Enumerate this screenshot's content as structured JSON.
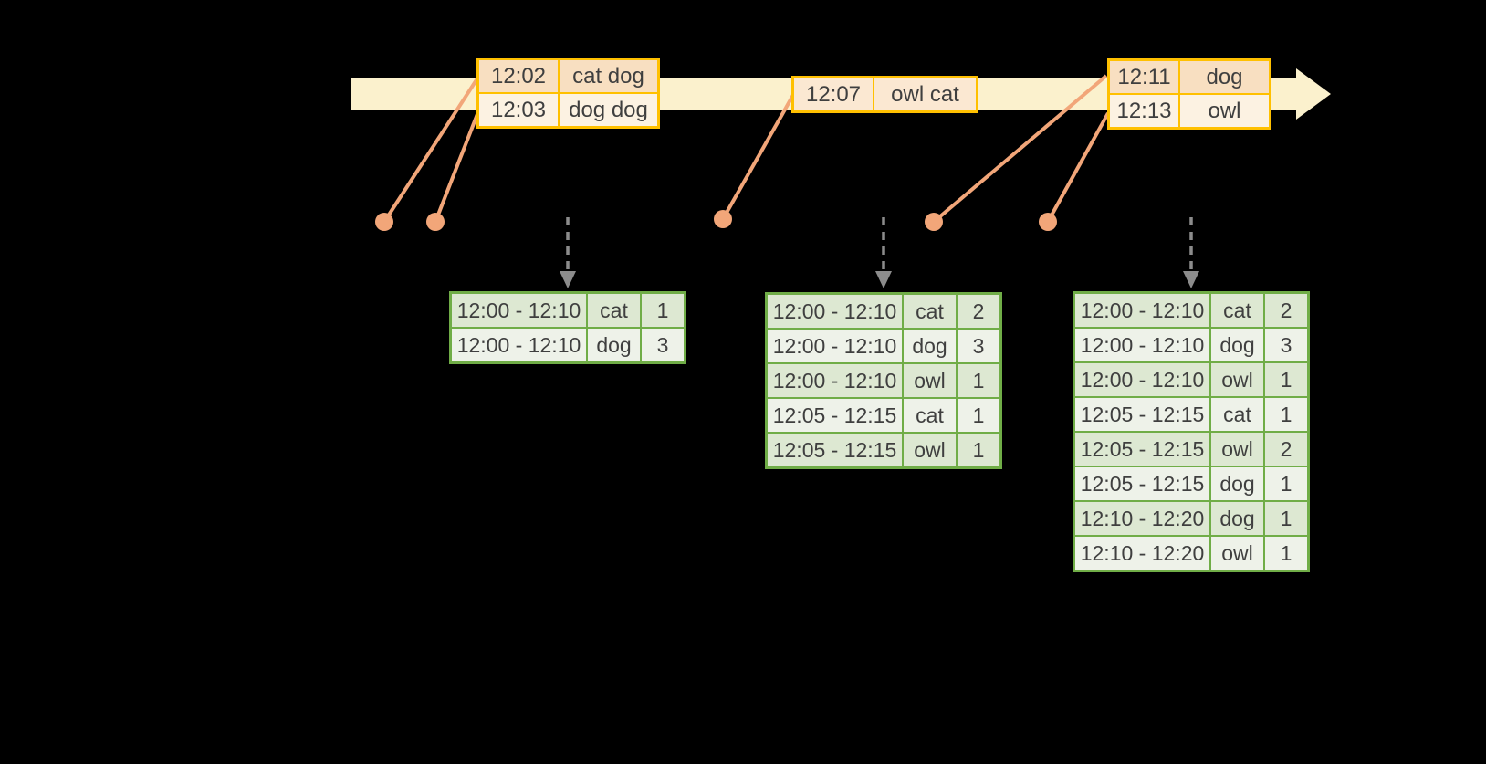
{
  "colors": {
    "background": "#000000",
    "timeline_band": "#FBF1CD",
    "event_border": "#FFC000",
    "event_row_dark": "#F8DFC1",
    "event_row_light": "#FCF2E2",
    "connector_orange": "#F2A679",
    "table_border": "#70AD47",
    "table_row_dark": "#DDE8D2",
    "table_row_light": "#EEF2E9",
    "trigger_arrow_gray": "#8C8C8C",
    "text": "#3F3F3F"
  },
  "event_boxes": [
    {
      "rows": [
        {
          "time": "12:02",
          "words": "cat dog"
        },
        {
          "time": "12:03",
          "words": "dog dog"
        }
      ]
    },
    {
      "rows": [
        {
          "time": "12:07",
          "words": "owl cat"
        }
      ]
    },
    {
      "rows": [
        {
          "time": "12:11",
          "words": "dog"
        },
        {
          "time": "12:13",
          "words": "owl"
        }
      ]
    }
  ],
  "result_tables": [
    {
      "rows": [
        {
          "window": "12:00 - 12:10",
          "word": "cat",
          "count": "1"
        },
        {
          "window": "12:00 - 12:10",
          "word": "dog",
          "count": "3"
        }
      ]
    },
    {
      "rows": [
        {
          "window": "12:00 - 12:10",
          "word": "cat",
          "count": "2"
        },
        {
          "window": "12:00 - 12:10",
          "word": "dog",
          "count": "3"
        },
        {
          "window": "12:00 - 12:10",
          "word": "owl",
          "count": "1"
        },
        {
          "window": "12:05 - 12:15",
          "word": "cat",
          "count": "1"
        },
        {
          "window": "12:05 - 12:15",
          "word": "owl",
          "count": "1"
        }
      ]
    },
    {
      "rows": [
        {
          "window": "12:00 - 12:10",
          "word": "cat",
          "count": "2"
        },
        {
          "window": "12:00 - 12:10",
          "word": "dog",
          "count": "3"
        },
        {
          "window": "12:00 - 12:10",
          "word": "owl",
          "count": "1"
        },
        {
          "window": "12:05 - 12:15",
          "word": "cat",
          "count": "1"
        },
        {
          "window": "12:05 - 12:15",
          "word": "owl",
          "count": "2"
        },
        {
          "window": "12:05 - 12:15",
          "word": "dog",
          "count": "1"
        },
        {
          "window": "12:10 - 12:20",
          "word": "dog",
          "count": "1"
        },
        {
          "window": "12:10 - 12:20",
          "word": "owl",
          "count": "1"
        }
      ]
    }
  ]
}
